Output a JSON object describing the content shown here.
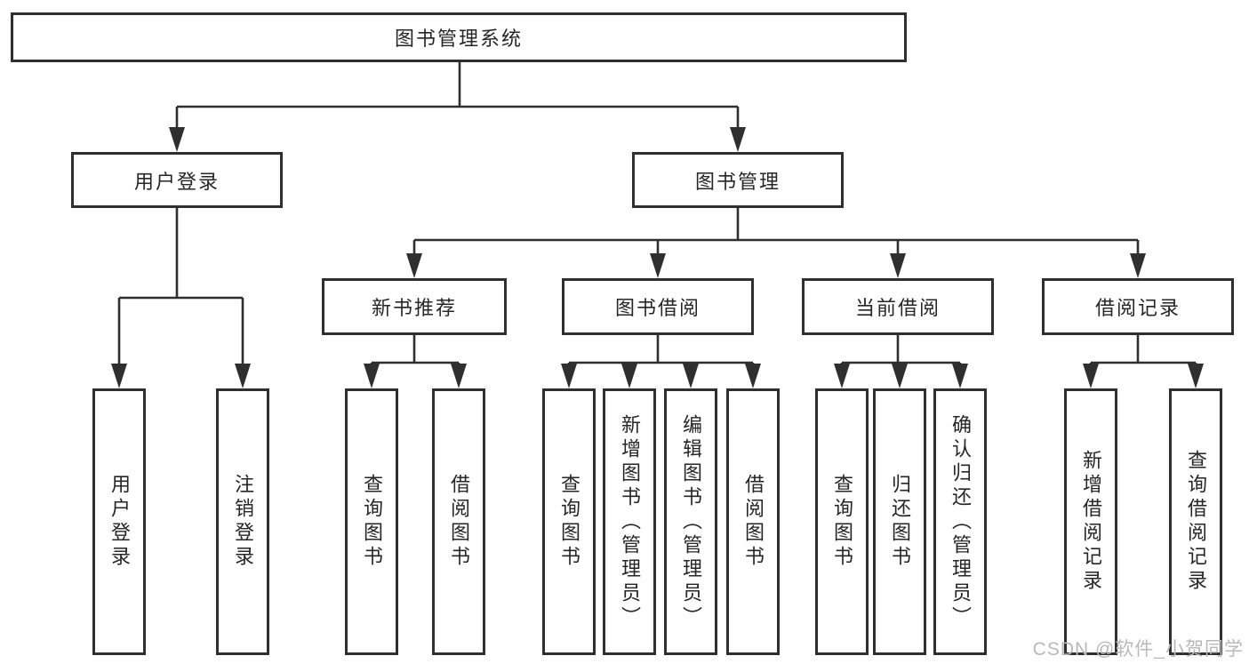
{
  "tree": {
    "label": "图书管理系统",
    "children": [
      {
        "label": "用户登录",
        "children": [
          {
            "label": "用户登录"
          },
          {
            "label": "注销登录"
          }
        ]
      },
      {
        "label": "图书管理",
        "children": [
          {
            "label": "新书推荐",
            "children": [
              {
                "label": "查询图书"
              },
              {
                "label": "借阅图书"
              }
            ]
          },
          {
            "label": "图书借阅",
            "children": [
              {
                "label": "查询图书"
              },
              {
                "label": "新增图书（管理员）"
              },
              {
                "label": "编辑图书（管理员）"
              },
              {
                "label": "借阅图书"
              }
            ]
          },
          {
            "label": "当前借阅",
            "children": [
              {
                "label": "查询图书"
              },
              {
                "label": "归还图书"
              },
              {
                "label": "确认归还（管理员）"
              }
            ]
          },
          {
            "label": "借阅记录",
            "children": [
              {
                "label": "新增借阅记录"
              },
              {
                "label": "查询借阅记录"
              }
            ]
          }
        ]
      }
    ]
  },
  "watermark": {
    "text": "CSDN @软件_小贺同学",
    "color": "#b9b9b9"
  },
  "colors": {
    "line": "#2f2f2f",
    "box_border": "#2f2f2f",
    "text": "#262626",
    "background": "#ffffff"
  }
}
